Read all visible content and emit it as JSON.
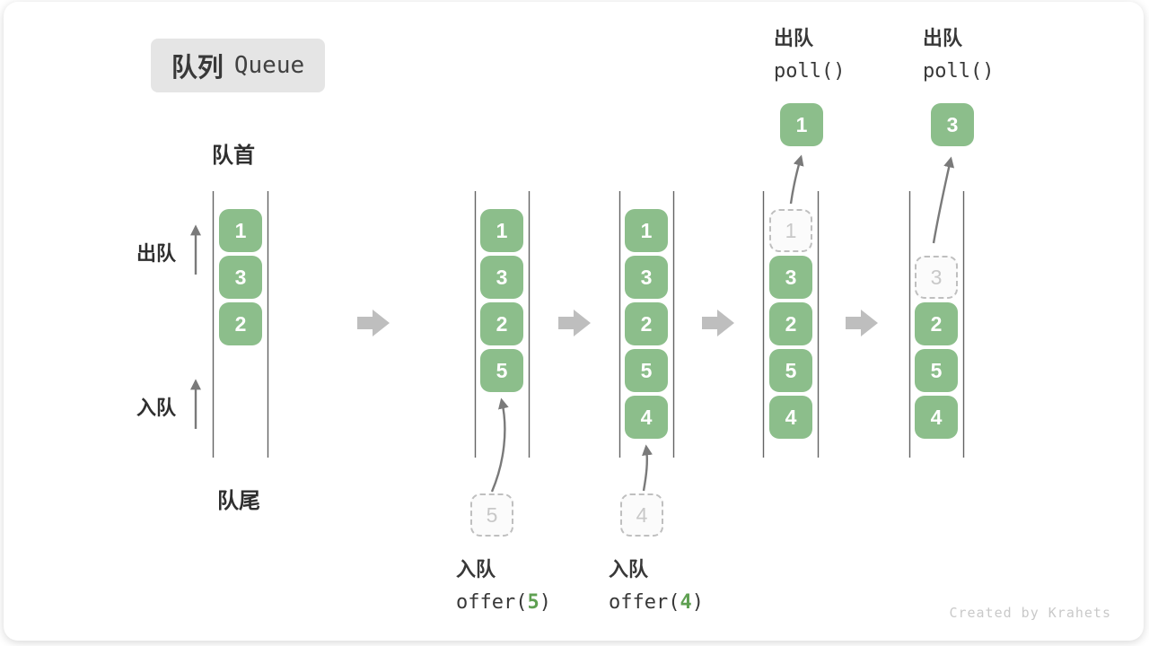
{
  "title": {
    "zh": "队列",
    "en": "Queue"
  },
  "labels": {
    "front": "队首",
    "rear": "队尾",
    "dequeue_side": "出队",
    "enqueue_side": "入队"
  },
  "ops": {
    "dequeue1": {
      "label": "出队",
      "code": "poll()"
    },
    "dequeue2": {
      "label": "出队",
      "code": "poll()"
    },
    "enqueue1": {
      "label": "入队",
      "fn": "offer(",
      "arg": "5",
      "close": ")"
    },
    "enqueue2": {
      "label": "入队",
      "fn": "offer(",
      "arg": "4",
      "close": ")"
    }
  },
  "queues": {
    "q1": {
      "items": [
        "1",
        "3",
        "2"
      ]
    },
    "q2": {
      "items": [
        "1",
        "3",
        "2",
        "5"
      ]
    },
    "q3": {
      "items": [
        "1",
        "3",
        "2",
        "5",
        "4"
      ]
    },
    "q4": {
      "removed": "1",
      "items": [
        "3",
        "2",
        "5",
        "4"
      ]
    },
    "q5": {
      "removed": "3",
      "items": [
        "2",
        "5",
        "4"
      ]
    }
  },
  "popped": {
    "p1": "1",
    "p2": "3"
  },
  "pending": {
    "f1": "5",
    "f2": "4"
  },
  "watermark": "Created by Krahets",
  "colors": {
    "item_green": "#8CBE8B",
    "code_arg_green": "#5FA052",
    "block_arrow_gray": "#BEBEBE",
    "thin_arrow_gray": "#7a7a7a",
    "container_line": "#636363",
    "title_box_bg": "#e5e5e5",
    "ghost_border": "#bfbfbf"
  }
}
